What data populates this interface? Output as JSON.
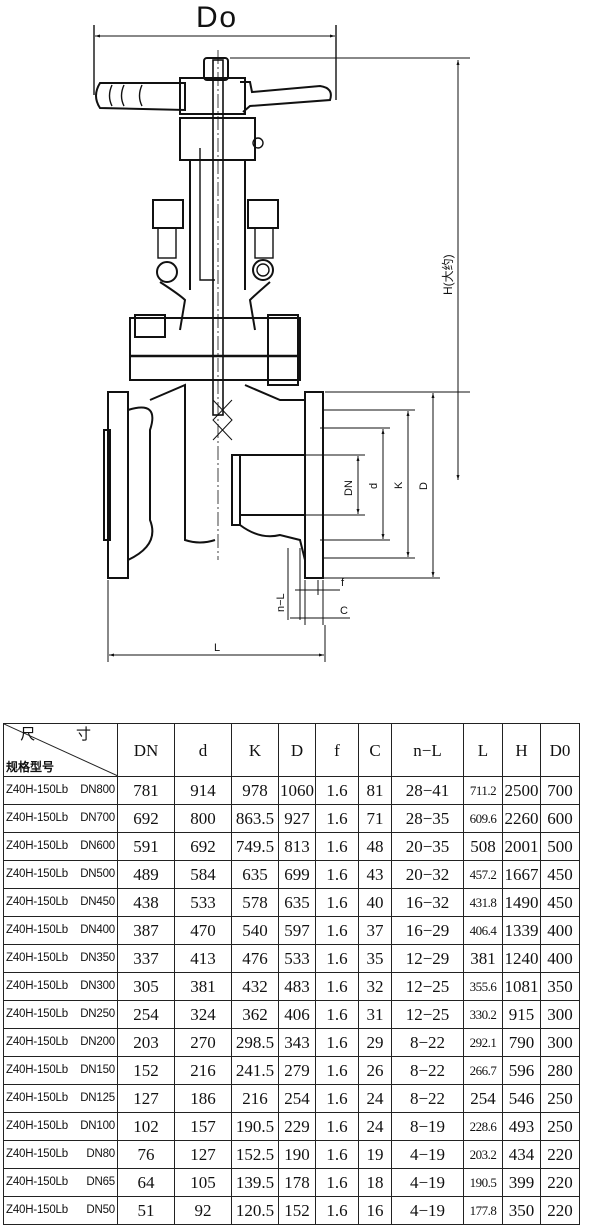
{
  "drawing": {
    "labels": {
      "handwheel_diameter": "Do",
      "height": "H(大约)",
      "nominal_diameter": "DN",
      "raised_face_diameter": "d",
      "bolt_circle": "K",
      "flange_diameter": "D",
      "raised_face_height": "f",
      "flange_thickness": "C",
      "bolt_holes": "n−L",
      "face_to_face": "L"
    }
  },
  "table": {
    "corner_top": "尺 寸",
    "corner_bottom": "规格型号",
    "headers": [
      "DN",
      "d",
      "K",
      "D",
      "f",
      "C",
      "n−L",
      "L",
      "H",
      "D0"
    ],
    "rows": [
      {
        "model": "Z40H-150Lb",
        "size": "DN800",
        "values": [
          "781",
          "914",
          "978",
          "1060",
          "1.6",
          "81",
          "28−41",
          "711.2",
          "2500",
          "700"
        ]
      },
      {
        "model": "Z40H-150Lb",
        "size": "DN700",
        "values": [
          "692",
          "800",
          "863.5",
          "927",
          "1.6",
          "71",
          "28−35",
          "609.6",
          "2260",
          "600"
        ]
      },
      {
        "model": "Z40H-150Lb",
        "size": "DN600",
        "values": [
          "591",
          "692",
          "749.5",
          "813",
          "1.6",
          "48",
          "20−35",
          "508",
          "2001",
          "500"
        ]
      },
      {
        "model": "Z40H-150Lb",
        "size": "DN500",
        "values": [
          "489",
          "584",
          "635",
          "699",
          "1.6",
          "43",
          "20−32",
          "457.2",
          "1667",
          "450"
        ]
      },
      {
        "model": "Z40H-150Lb",
        "size": "DN450",
        "values": [
          "438",
          "533",
          "578",
          "635",
          "1.6",
          "40",
          "16−32",
          "431.8",
          "1490",
          "450"
        ]
      },
      {
        "model": "Z40H-150Lb",
        "size": "DN400",
        "values": [
          "387",
          "470",
          "540",
          "597",
          "1.6",
          "37",
          "16−29",
          "406.4",
          "1339",
          "400"
        ]
      },
      {
        "model": "Z40H-150Lb",
        "size": "DN350",
        "values": [
          "337",
          "413",
          "476",
          "533",
          "1.6",
          "35",
          "12−29",
          "381",
          "1240",
          "400"
        ]
      },
      {
        "model": "Z40H-150Lb",
        "size": "DN300",
        "values": [
          "305",
          "381",
          "432",
          "483",
          "1.6",
          "32",
          "12−25",
          "355.6",
          "1081",
          "350"
        ]
      },
      {
        "model": "Z40H-150Lb",
        "size": "DN250",
        "values": [
          "254",
          "324",
          "362",
          "406",
          "1.6",
          "31",
          "12−25",
          "330.2",
          "915",
          "300"
        ]
      },
      {
        "model": "Z40H-150Lb",
        "size": "DN200",
        "values": [
          "203",
          "270",
          "298.5",
          "343",
          "1.6",
          "29",
          "8−22",
          "292.1",
          "790",
          "300"
        ]
      },
      {
        "model": "Z40H-150Lb",
        "size": "DN150",
        "values": [
          "152",
          "216",
          "241.5",
          "279",
          "1.6",
          "26",
          "8−22",
          "266.7",
          "596",
          "280"
        ]
      },
      {
        "model": "Z40H-150Lb",
        "size": "DN125",
        "values": [
          "127",
          "186",
          "216",
          "254",
          "1.6",
          "24",
          "8−22",
          "254",
          "546",
          "250"
        ]
      },
      {
        "model": "Z40H-150Lb",
        "size": "DN100",
        "values": [
          "102",
          "157",
          "190.5",
          "229",
          "1.6",
          "24",
          "8−19",
          "228.6",
          "493",
          "250"
        ]
      },
      {
        "model": "Z40H-150Lb",
        "size": "DN80",
        "values": [
          "76",
          "127",
          "152.5",
          "190",
          "1.6",
          "19",
          "4−19",
          "203.2",
          "434",
          "220"
        ]
      },
      {
        "model": "Z40H-150Lb",
        "size": "DN65",
        "values": [
          "64",
          "105",
          "139.5",
          "178",
          "1.6",
          "18",
          "4−19",
          "190.5",
          "399",
          "220"
        ]
      },
      {
        "model": "Z40H-150Lb",
        "size": "DN50",
        "values": [
          "51",
          "92",
          "120.5",
          "152",
          "1.6",
          "16",
          "4−19",
          "177.8",
          "350",
          "220"
        ]
      }
    ]
  }
}
